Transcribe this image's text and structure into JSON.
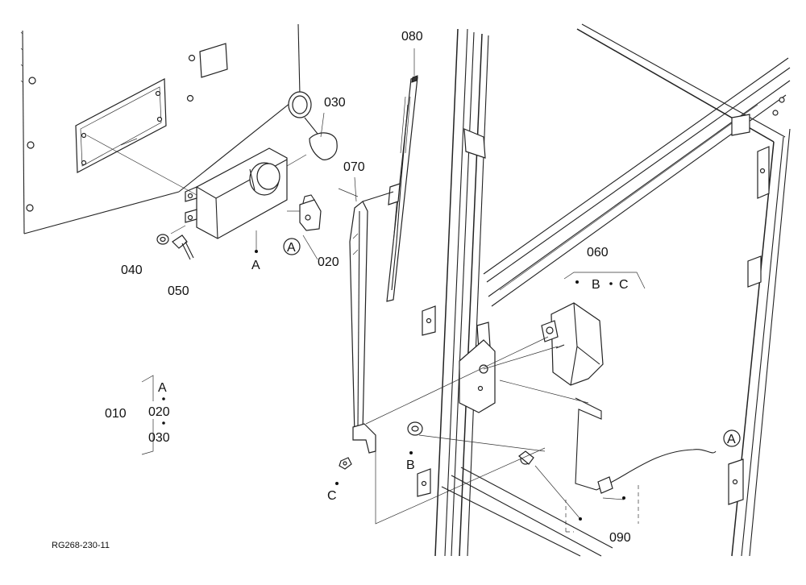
{
  "figure_id": "RG268-230-11",
  "parts": {
    "p010": "010",
    "p020": "020",
    "p030": "030",
    "p040": "040",
    "p050": "050",
    "p060": "060",
    "p070": "070",
    "p080": "080",
    "p090": "090"
  },
  "refs": {
    "a": "A",
    "b": "B",
    "c": "C"
  },
  "group_010": [
    "A",
    "020",
    "030"
  ],
  "group_060": [
    "B",
    "C"
  ]
}
